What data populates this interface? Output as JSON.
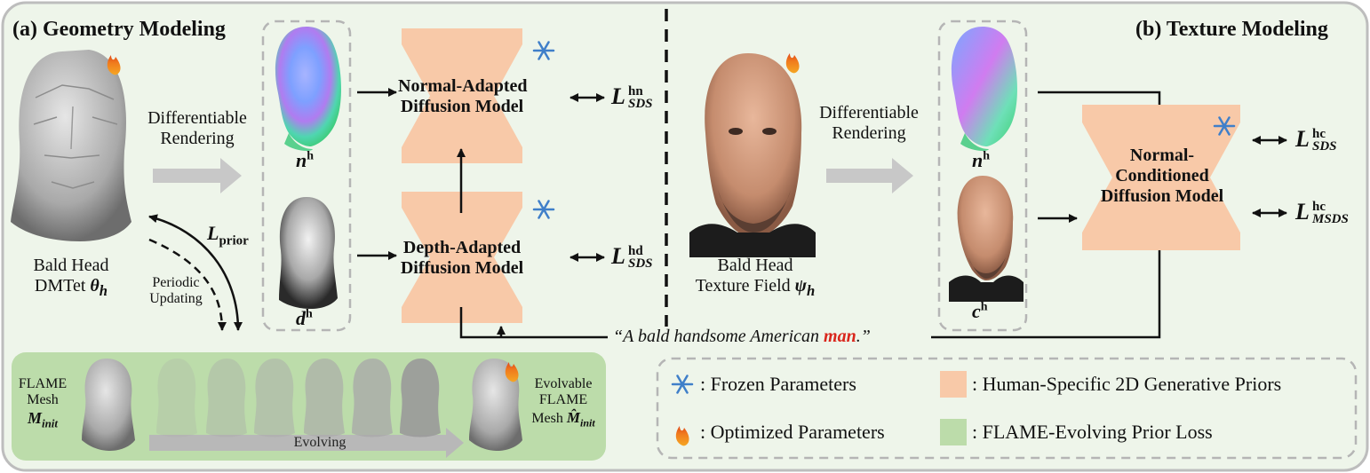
{
  "colors": {
    "background_panel": "#eef5ea",
    "panel_border": "#bdbdbd",
    "diffusion_fill": "#f8c9a8",
    "flame_box_fill": "#bcdcaa",
    "dashed_gray": "#b5b5b5",
    "gray_arrow": "#c8c8c8",
    "snow": "#3f7fc9",
    "flame_orange": "#f07b1d",
    "highlight_red": "#d9261c"
  },
  "section_a": {
    "title": "(a) Geometry Modeling"
  },
  "section_b": {
    "title": "(b) Texture Modeling"
  },
  "geometry": {
    "rendering_line1": "Differentiable",
    "rendering_line2": "Rendering",
    "head_label_line1": "Bald Head",
    "head_label_line2": "DMTet",
    "head_symbol": "θ",
    "head_symbol_sub": "h",
    "prior_loss": "L",
    "prior_loss_sub": "prior",
    "periodic_line1": "Periodic",
    "periodic_line2": "Updating",
    "normal_label": "n",
    "normal_label_sup": "h",
    "depth_label": "d",
    "depth_label_sup": "h",
    "normal_model_line1": "Normal-Adapted",
    "normal_model_line2": "Diffusion Model",
    "depth_model_line1": "Depth-Adapted",
    "depth_model_line2": "Diffusion Model",
    "loss_hn": {
      "base": "L",
      "sup": "hn",
      "sub": "SDS"
    },
    "loss_hd": {
      "base": "L",
      "sup": "hd",
      "sub": "SDS"
    }
  },
  "flame": {
    "left_line1": "FLAME",
    "left_line2": "Mesh",
    "left_symbol": "M",
    "left_symbol_sub": "init",
    "evolving": "Evolving",
    "right_line1": "Evolvable",
    "right_line2": "FLAME",
    "right_line3": "Mesh",
    "right_symbol": "M̂",
    "right_symbol_sub": "init"
  },
  "texture": {
    "head_label_line1": "Bald Head",
    "head_label_line2": "Texture Field",
    "head_symbol": "ψ",
    "head_symbol_sub": "h",
    "rendering_line1": "Differentiable",
    "rendering_line2": "Rendering",
    "normal_label": "n",
    "normal_label_sup": "h",
    "color_label": "c",
    "color_label_sup": "h",
    "model_line1": "Normal-",
    "model_line2": "Conditioned",
    "model_line3": "Diffusion Model",
    "loss_hc": {
      "base": "L",
      "sup": "hc",
      "sub": "SDS"
    },
    "loss_mhc": {
      "base": "L",
      "sup": "hc",
      "sub": "MSDS"
    }
  },
  "prompt": {
    "before": "“A bald handsome American ",
    "highlight": "man",
    "after": ".”"
  },
  "legend": {
    "frozen": ": Frozen Parameters",
    "optimized": ": Optimized Parameters",
    "generative": ": Human-Specific 2D Generative Priors",
    "flame_loss": ": FLAME-Evolving Prior Loss",
    "frozen_icon": "snowflake-icon",
    "optimized_icon": "fire-icon"
  }
}
